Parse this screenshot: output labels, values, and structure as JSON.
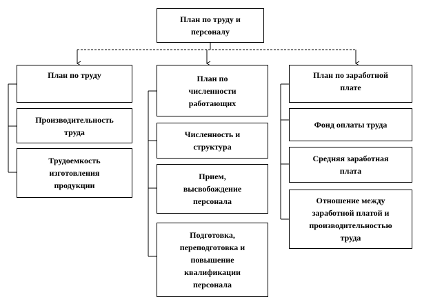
{
  "root": {
    "label": "План по труду и\nперсоналу"
  },
  "columns": [
    {
      "header": "План по труду",
      "items": [
        "Производительность\nтруда",
        "Трудоемкость\nизготовления\nпродукции"
      ]
    },
    {
      "header": "План по\nчисленности\nработающих",
      "items": [
        "Численность и\nструктура",
        "Прием,\nвысвобождение\nперсонала",
        "Подготовка,\nпереподготовка и\nповышение\nквалификации\nперсонала"
      ]
    },
    {
      "header": "План по заработной\nплате",
      "items": [
        "Фонд оплаты труда",
        "Средняя заработная\nплата",
        "Отношение между\nзаработной платой и\nпроизводительностью\nтруда"
      ]
    }
  ]
}
